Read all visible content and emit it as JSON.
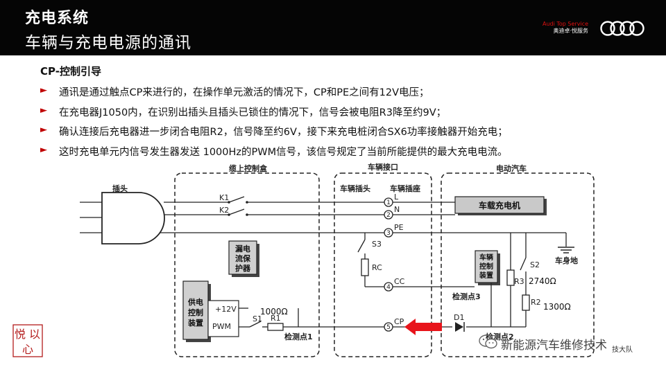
{
  "header": {
    "title": "充电系统",
    "subtitle": "车辆与充电电源的通讯",
    "brand_line1": "Audi Top Service",
    "brand_line2": "奥迪卓·悦服务"
  },
  "section_title": "CP-控制引导",
  "bullets": [
    "通讯是通过触点CP来进行的，在操作单元激活的情况下，CP和PE之间有12V电压；",
    "在充电器J1050内，在识别出插头且插头已锁住的情况下，信号会被电阻R3降至约9V；",
    "确认连接后充电器进一步闭合电阻R2，信号降至约6V，接下来充电桩闭合SX6功率接触器开始充电；",
    "这时充电单元内信号发生器发送 1000Hz的PWM信号，该信号规定了当前所能提供的最大充电电流。"
  ],
  "diagram": {
    "cable_box_label": "缆上控制盒",
    "interface_label": "车辆接口",
    "vehicle_label": "电动汽车",
    "plug_label": "插头",
    "vehicle_plug_label": "车辆插头",
    "vehicle_socket_label": "车辆插座",
    "k1": "K1",
    "k2": "K2",
    "pins": [
      {
        "num": "1",
        "name": "L"
      },
      {
        "num": "2",
        "name": "N"
      },
      {
        "num": "3",
        "name": "PE"
      },
      {
        "num": "4",
        "name": "CC"
      },
      {
        "num": "5",
        "name": "CP"
      }
    ],
    "onboard_charger": "车载充电机",
    "leakage_protector": [
      "漏电",
      "流保",
      "护器"
    ],
    "s3": "S3",
    "rc": "RC",
    "body_ground": "车身地",
    "vehicle_ctrl": [
      "车辆",
      "控制",
      "装置"
    ],
    "s2": "S2",
    "r3": "R3",
    "r3_value": "2740Ω",
    "r2": "R2",
    "r2_value": "1300Ω",
    "test_point3": "检测点3",
    "supply_ctrl": [
      "供电",
      "控制",
      "装置"
    ],
    "plus12v": "+12V",
    "pwm": "PWM",
    "s1": "S1",
    "r1": "R1",
    "r1_value": "1000Ω",
    "test_point1": "检测点1",
    "d1": "D1",
    "test_point2": "检测点2",
    "corner_text": "技大队"
  },
  "seal_text": [
    "悦",
    "以",
    "心"
  ],
  "watermark": "新能源汽车维修技术",
  "colors": {
    "accent": "#c00000",
    "arrow": "#e8141b",
    "header_bg": "#050505"
  }
}
